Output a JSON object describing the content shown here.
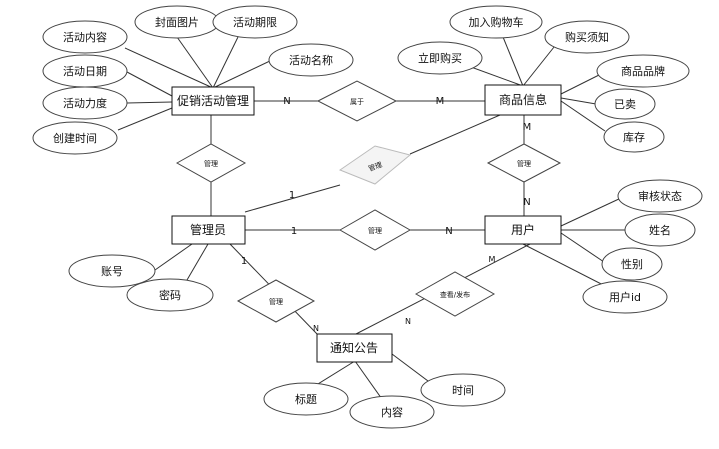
{
  "entities": {
    "promotion": "促销活动管理",
    "goods": "商品信息",
    "admin": "管理员",
    "user": "用户",
    "notice": "通知公告"
  },
  "attributes": {
    "promotion": [
      "活动内容",
      "封面图片",
      "活动期限",
      "活动名称",
      "活动日期",
      "活动力度",
      "创建时间"
    ],
    "goods": [
      "加入购物车",
      "购买须知",
      "立即购买",
      "商品品牌",
      "已卖",
      "库存"
    ],
    "admin": [
      "账号",
      "密码"
    ],
    "user": [
      "审核状态",
      "姓名",
      "性别",
      "用户id"
    ],
    "notice": [
      "标题",
      "内容",
      "时间"
    ]
  },
  "relationships": {
    "belongs": "属于",
    "manage_promo": "管理",
    "manage_goods_faded": "管理",
    "manage_user_goods": "管理",
    "manage_admin_user": "管理",
    "manage_notice": "管理",
    "view_publish": "查看/发布"
  },
  "cardinalities": {
    "promo_belongs": "N",
    "belongs_goods": "M",
    "admin_faded": "1",
    "goods_manage": "M",
    "manage_user": "N",
    "admin_manage_user": "1",
    "manage_user_n": "N",
    "admin_notice_1": "1",
    "notice_n_left": "N",
    "user_view": "M",
    "view_notice": "N"
  }
}
